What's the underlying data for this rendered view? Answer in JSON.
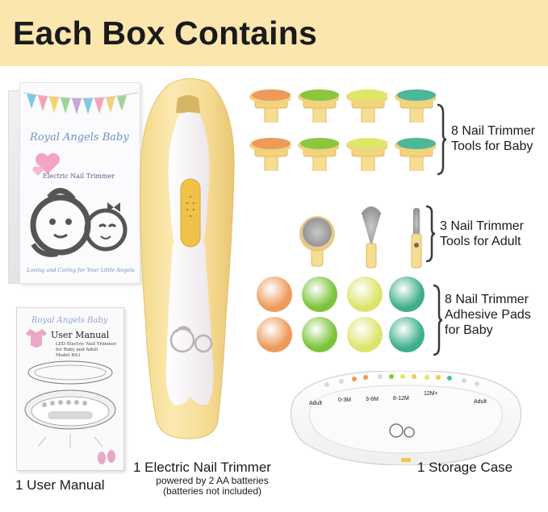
{
  "header": {
    "title": "Each Box Contains",
    "background": "#fbe6ae"
  },
  "box": {
    "brand": "Royal Angels Baby",
    "product": "Electric Nail Trimmer",
    "tagline": "Loving and Caring for Your Little Angels"
  },
  "manual": {
    "brand": "Royal Angels Baby",
    "title": "User Manual",
    "subtitle_line1": "LED Electric Nail Trimmer",
    "subtitle_line2": "for Baby and Adult",
    "subtitle_line3": "Model RA1",
    "caption": "1 User Manual"
  },
  "trimmer": {
    "caption": "1 Electric Nail Trimmer",
    "note_line1": "powered by 2 AA batteries",
    "note_line2": "(batteries not included)"
  },
  "baby_tools": {
    "label_line1": "8 Nail Trimmer",
    "label_line2": "Tools for Baby",
    "colors": [
      "#ee9a5a",
      "#8cc63f",
      "#dfe76a",
      "#4bb89a"
    ]
  },
  "adult_tools": {
    "label_line1": "3 Nail Trimmer",
    "label_line2": "Tools for Adult"
  },
  "pads": {
    "label_line1": "8 Nail Trimmer",
    "label_line2": "Adhesive Pads",
    "label_line3": "for Baby",
    "colors": [
      "#ee9a5a",
      "#7cc43b",
      "#dde46a",
      "#3fae8c"
    ]
  },
  "case": {
    "caption": "1 Storage Case",
    "slot_labels": [
      "Adult",
      "0-3M",
      "3-6M",
      "6-12M",
      "12M+",
      "Adult"
    ]
  }
}
